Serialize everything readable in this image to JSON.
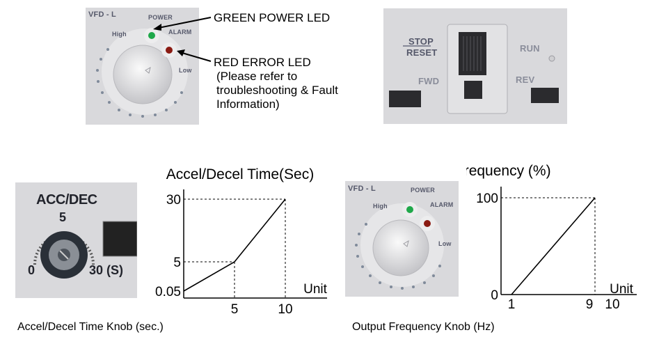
{
  "top_panel": {
    "model_label": "VFD - L",
    "power_label": "POWER",
    "alarm_label": "ALARM",
    "high_label": "High",
    "low_label": "Low",
    "callouts": {
      "green_led": "GREEN POWER LED",
      "red_led_line1": "RED ERROR LED",
      "red_led_line2": "(Please refer to",
      "red_led_line3": "troubleshooting & Fault",
      "red_led_line4": "Information)"
    },
    "colors": {
      "green_led": "#1fa84a",
      "red_led": "#8a1a12",
      "panel": "#d9d9dc"
    }
  },
  "switch_panel": {
    "stop_label": "STOP",
    "reset_label": "RESET",
    "run_label": "RUN",
    "fwd_label": "FWD",
    "rev_label": "REV"
  },
  "acc_panel": {
    "title": "ACC/DEC",
    "mark_5": "5",
    "mark_0": "0",
    "mark_30": "30 (S)",
    "caption": "Accel/Decel Time Knob (sec.)"
  },
  "freq_panel": {
    "model_label": "VFD - L",
    "power_label": "POWER",
    "alarm_label": "ALARM",
    "high_label": "High",
    "low_label": "Low",
    "caption": "Output Frequency Knob (Hz)"
  },
  "chart_data": [
    {
      "type": "line",
      "title": "Accel/Decel Time(Sec)",
      "xlabel": "Unit",
      "ylabel": "",
      "x_ticks": [
        "5",
        "10"
      ],
      "y_ticks": [
        "0.05",
        "5",
        "30"
      ],
      "x": [
        0,
        5,
        10
      ],
      "y": [
        0.05,
        5,
        30
      ],
      "xlim": [
        0,
        10
      ],
      "guides": [
        {
          "x": 5,
          "y": 5
        },
        {
          "x": 10,
          "y": 30
        }
      ],
      "grid": false
    },
    {
      "type": "line",
      "title": "Output frequency (%)",
      "xlabel": "Unit",
      "ylabel": "",
      "x_ticks": [
        "1",
        "9",
        "10"
      ],
      "y_ticks": [
        "0",
        "100"
      ],
      "x": [
        1,
        9
      ],
      "y": [
        0,
        100
      ],
      "xlim": [
        0,
        10
      ],
      "ylim": [
        0,
        100
      ],
      "guides": [
        {
          "x": 9,
          "y": 100
        }
      ],
      "grid": false
    }
  ]
}
